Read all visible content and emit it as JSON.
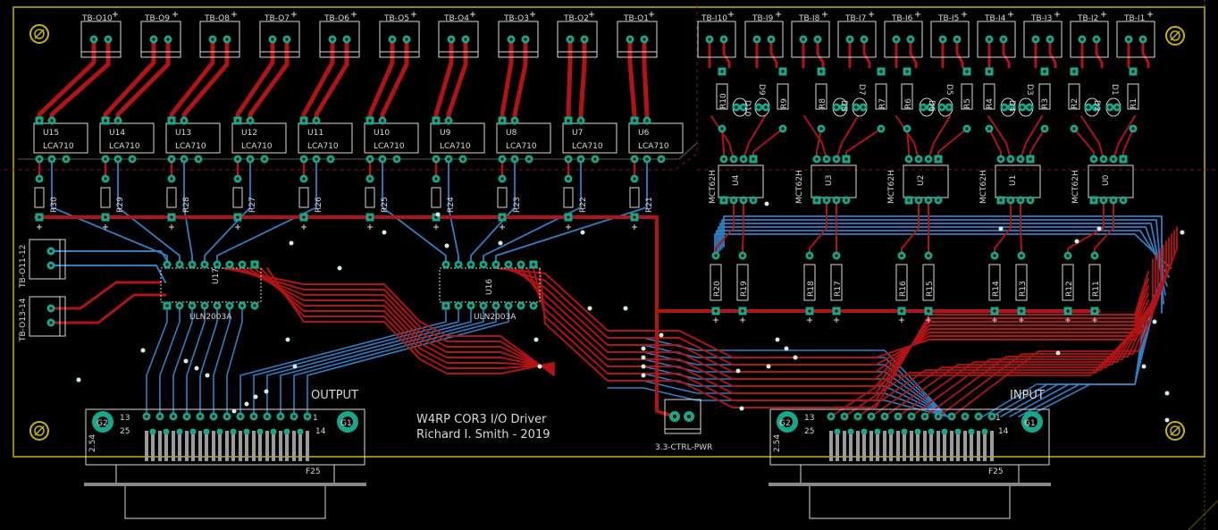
{
  "board": {
    "title_line1": "W4RP COR3 I/O Driver",
    "title_line2": "Richard I. Smith - 2019",
    "power_label": "3.3-CTRL-PWR",
    "output_label": "OUTPUT",
    "input_label": "INPUT"
  },
  "output_terminals": [
    "TB-O10",
    "TB-O9",
    "TB-O8",
    "TB-O7",
    "TB-O6",
    "TB-O5",
    "TB-O4",
    "TB-O3",
    "TB-O2",
    "TB-O1"
  ],
  "input_terminals": [
    "TB-I10",
    "TB-I9",
    "TB-I8",
    "TB-I7",
    "TB-I6",
    "TB-I5",
    "TB-I4",
    "TB-I3",
    "TB-I2",
    "TB-I1"
  ],
  "side_terminals": [
    "TB-O11-12",
    "TB-O13-14"
  ],
  "relays": [
    {
      "ref": "U15",
      "part": "LCA710"
    },
    {
      "ref": "U14",
      "part": "LCA710"
    },
    {
      "ref": "U13",
      "part": "LCA710"
    },
    {
      "ref": "U12",
      "part": "LCA710"
    },
    {
      "ref": "U11",
      "part": "LCA710"
    },
    {
      "ref": "U10",
      "part": "LCA710"
    },
    {
      "ref": "U9",
      "part": "LCA710"
    },
    {
      "ref": "U8",
      "part": "LCA710"
    },
    {
      "ref": "U7",
      "part": "LCA710"
    },
    {
      "ref": "U6",
      "part": "LCA710"
    }
  ],
  "relay_resistors": [
    "R30",
    "R29",
    "R28",
    "R27",
    "R26",
    "R25",
    "R24",
    "R23",
    "R22",
    "R21"
  ],
  "opto_couplers": [
    {
      "ref": "U4",
      "part": "MCT62H"
    },
    {
      "ref": "U3",
      "part": "MCT62H"
    },
    {
      "ref": "U2",
      "part": "MCT62H"
    },
    {
      "ref": "U1",
      "part": "MCT62H"
    },
    {
      "ref": "U0",
      "part": "MCT62H"
    }
  ],
  "input_resistors_top": [
    "R10",
    "R9",
    "R8",
    "R7",
    "R6",
    "R5",
    "R4",
    "R3",
    "R2",
    "R1"
  ],
  "input_diodes": [
    "D10",
    "D9",
    "D8",
    "D7",
    "D6",
    "D5",
    "D4",
    "D3",
    "D2",
    "D1"
  ],
  "input_resistors_bottom": [
    "R20",
    "R19",
    "R18",
    "R17",
    "R16",
    "R15",
    "R14",
    "R13",
    "R12",
    "R11"
  ],
  "drivers": [
    {
      "ref": "U17",
      "part": "ULN2003A"
    },
    {
      "ref": "U16",
      "part": "ULN2003A"
    }
  ],
  "connectors": {
    "pin_13": "13",
    "pin_25": "25",
    "pin_1": "1",
    "pin_14": "14",
    "pitch": "2.54",
    "footprint": "F25",
    "ground_left": "G2",
    "ground_right": "G1"
  },
  "colors": {
    "background": "#000000",
    "top_copper": "#b01414",
    "bottom_copper": "#2e7fc4",
    "pad": "#17a889",
    "silkscreen": "#d8d8d8",
    "outline": "#c8b400"
  }
}
